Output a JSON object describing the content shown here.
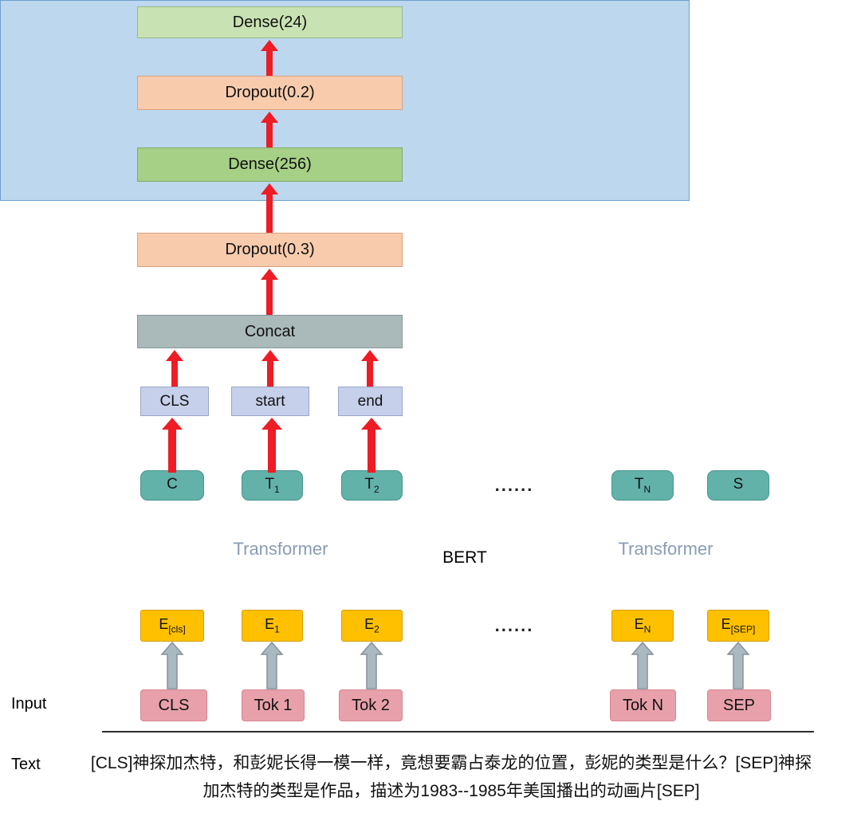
{
  "palette": {
    "dense24_fill": "#c9e2b3",
    "dropout_fill": "#f8cbad",
    "dense256_fill": "#a5d086",
    "concat_fill": "#aab9b9",
    "feature_fill": "#c6d0ea",
    "bert_fill": "#bdd7ee",
    "output_token_fill": "#62b2aa",
    "embedding_fill": "#ffc000",
    "input_token_fill": "#e8a1aa",
    "arrow_red": "#ee1c25",
    "arrow_gray": "#aab8bf"
  },
  "stack": {
    "dense24": "Dense(24)",
    "dropout02": "Dropout(0.2)",
    "dense256": "Dense(256)",
    "dropout03": "Dropout(0.3)",
    "concat": "Concat"
  },
  "features": [
    {
      "label": "CLS"
    },
    {
      "label": "start"
    },
    {
      "label": "end"
    }
  ],
  "bert": {
    "label": "BERT",
    "transformer_left": "Transformer",
    "transformer_right": "Transformer",
    "dots_top": "......",
    "dots_bottom": "......",
    "top_tokens": [
      {
        "base": "C",
        "sub": ""
      },
      {
        "base": "T",
        "sub": "1"
      },
      {
        "base": "T",
        "sub": "2"
      },
      {
        "base": "T",
        "sub": "N"
      },
      {
        "base": "S",
        "sub": ""
      }
    ],
    "embeddings": [
      {
        "base": "E",
        "sub": "[cls]"
      },
      {
        "base": "E",
        "sub": "1"
      },
      {
        "base": "E",
        "sub": "2"
      },
      {
        "base": "E",
        "sub": "N"
      },
      {
        "base": "E",
        "sub": "[SEP]"
      }
    ]
  },
  "input": {
    "label": "Input",
    "tokens": [
      "CLS",
      "Tok 1",
      "Tok 2",
      "Tok N",
      "SEP"
    ]
  },
  "text": {
    "label": "Text",
    "content": "[CLS]神探加杰特，和彭妮长得一模一样，竟想要霸占泰龙的位置，彭妮的类型是什么？[SEP]神探加杰特的类型是作品，描述为1983--1985年美国播出的动画片[SEP]"
  }
}
